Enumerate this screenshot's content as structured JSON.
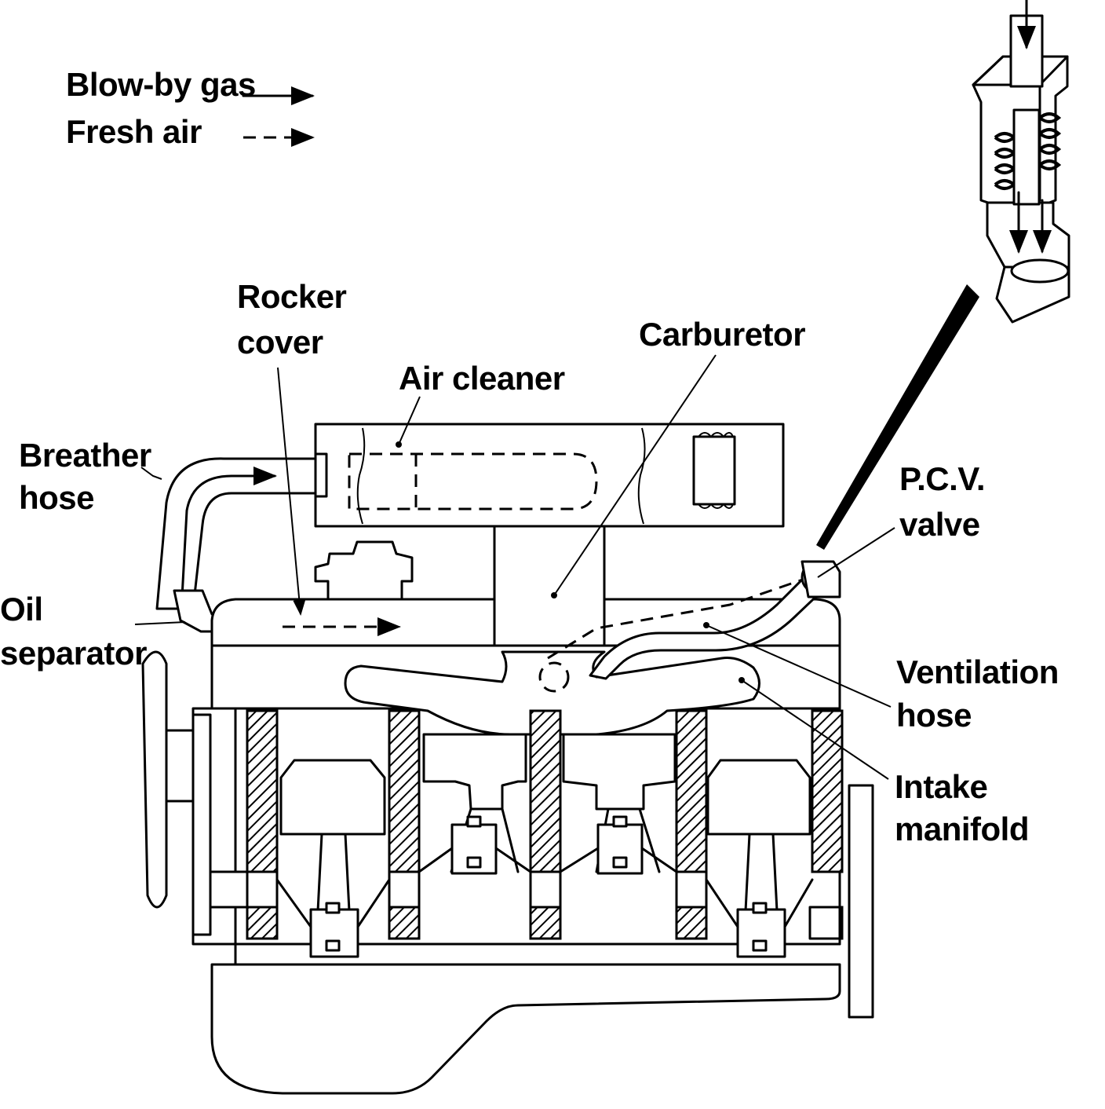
{
  "legend": {
    "blowby_label": "Blow-by gas",
    "fresh_air_label": "Fresh air"
  },
  "labels": {
    "rocker_cover_1": "Rocker",
    "rocker_cover_2": "cover",
    "carburetor": "Carburetor",
    "air_cleaner": "Air cleaner",
    "breather_hose_1": "Breather",
    "breather_hose_2": "hose",
    "pcv_valve_1": "P.C.V.",
    "pcv_valve_2": "valve",
    "oil_separator_1": "Oil",
    "oil_separator_2": "separator",
    "ventilation_hose_1": "Ventilation",
    "ventilation_hose_2": "hose",
    "intake_manifold_1": "Intake",
    "intake_manifold_2": "manifold"
  },
  "colors": {
    "ink": "#000000",
    "paper": "#ffffff"
  }
}
